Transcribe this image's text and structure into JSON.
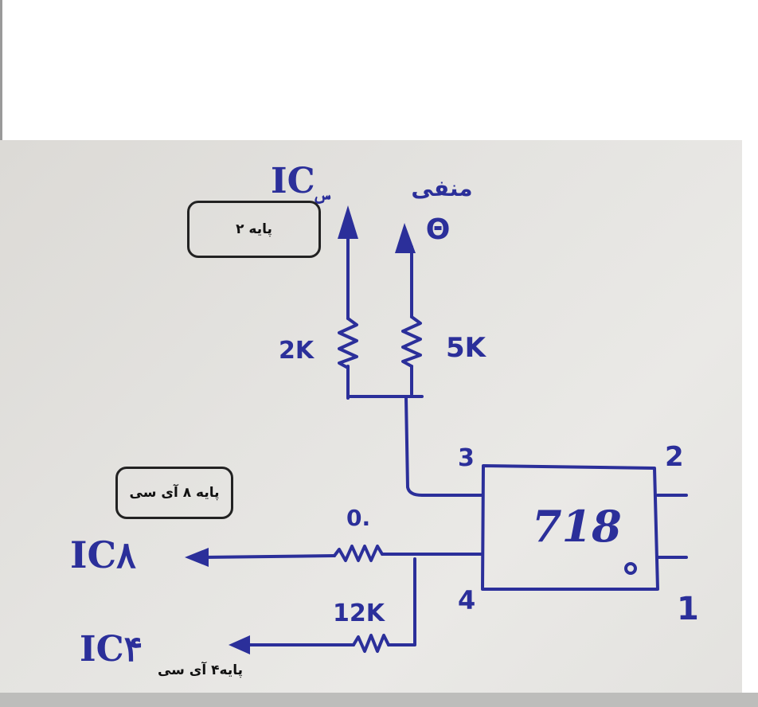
{
  "annotations": {
    "ic2_pin_box": "پایه ۲",
    "ic8_pin_box": "پایه ۸ آی سی",
    "ic4_pin_label": "پایه۴ آی سی"
  },
  "schematic": {
    "ic_top_label": "ICۣ",
    "negative_label": "منفی",
    "negative_symbol": "Θ",
    "resistor_2k": "2K",
    "resistor_5k": "5K",
    "resistor_mid": "0.",
    "resistor_12k": "12K",
    "pin_3": "3",
    "pin_2": "2",
    "pin_4": "4",
    "pin_1": "1",
    "chip_label": "718",
    "ic8_label": "IC۸",
    "ic4_label": "IC۴"
  },
  "colors": {
    "ink": "#2b2f9a",
    "annotation_border": "#222222",
    "paper": "#e4e3e0"
  }
}
